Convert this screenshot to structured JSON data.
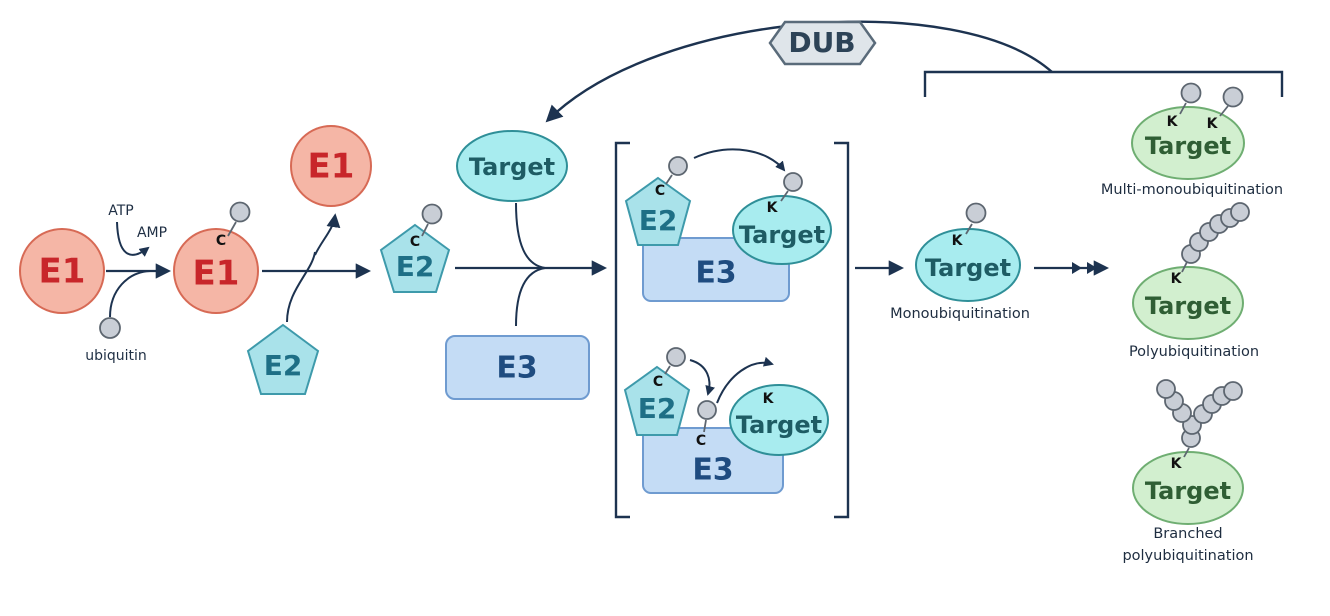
{
  "labels": {
    "e1": "E1",
    "e2": "E2",
    "e3": "E3",
    "target": "Target",
    "dub": "DUB",
    "atp": "ATP",
    "amp": "AMP",
    "ubiquitin": "ubiquitin",
    "cysteine": "C",
    "lysine": "K"
  },
  "captions": {
    "mono": "Monoubiquitination",
    "multi": "Multi-monoubiquitination",
    "poly": "Polyubiquitination",
    "branched_1": "Branched",
    "branched_2": "polyubiquitination"
  },
  "colors": {
    "e1_fill": "#f5b6a6",
    "e1_stroke": "#d76a55",
    "e1_text": "#c8262a",
    "e2_fill": "#a9e2ea",
    "e2_stroke": "#3e9aab",
    "e2_text": "#1e6f86",
    "e3_fill": "#c4dcf5",
    "e3_stroke": "#6f9bd0",
    "e3_text": "#1f4c80",
    "target_cyan_fill": "#a8ecef",
    "target_cyan_stroke": "#2f8f98",
    "target_green_fill": "#d2efcf",
    "target_green_stroke": "#6fae72",
    "target_green_text": "#2f5e34",
    "ubiquitin_fill": "#c9ced6",
    "ubiquitin_stroke": "#5d6670",
    "arrow": "#1d3350"
  }
}
